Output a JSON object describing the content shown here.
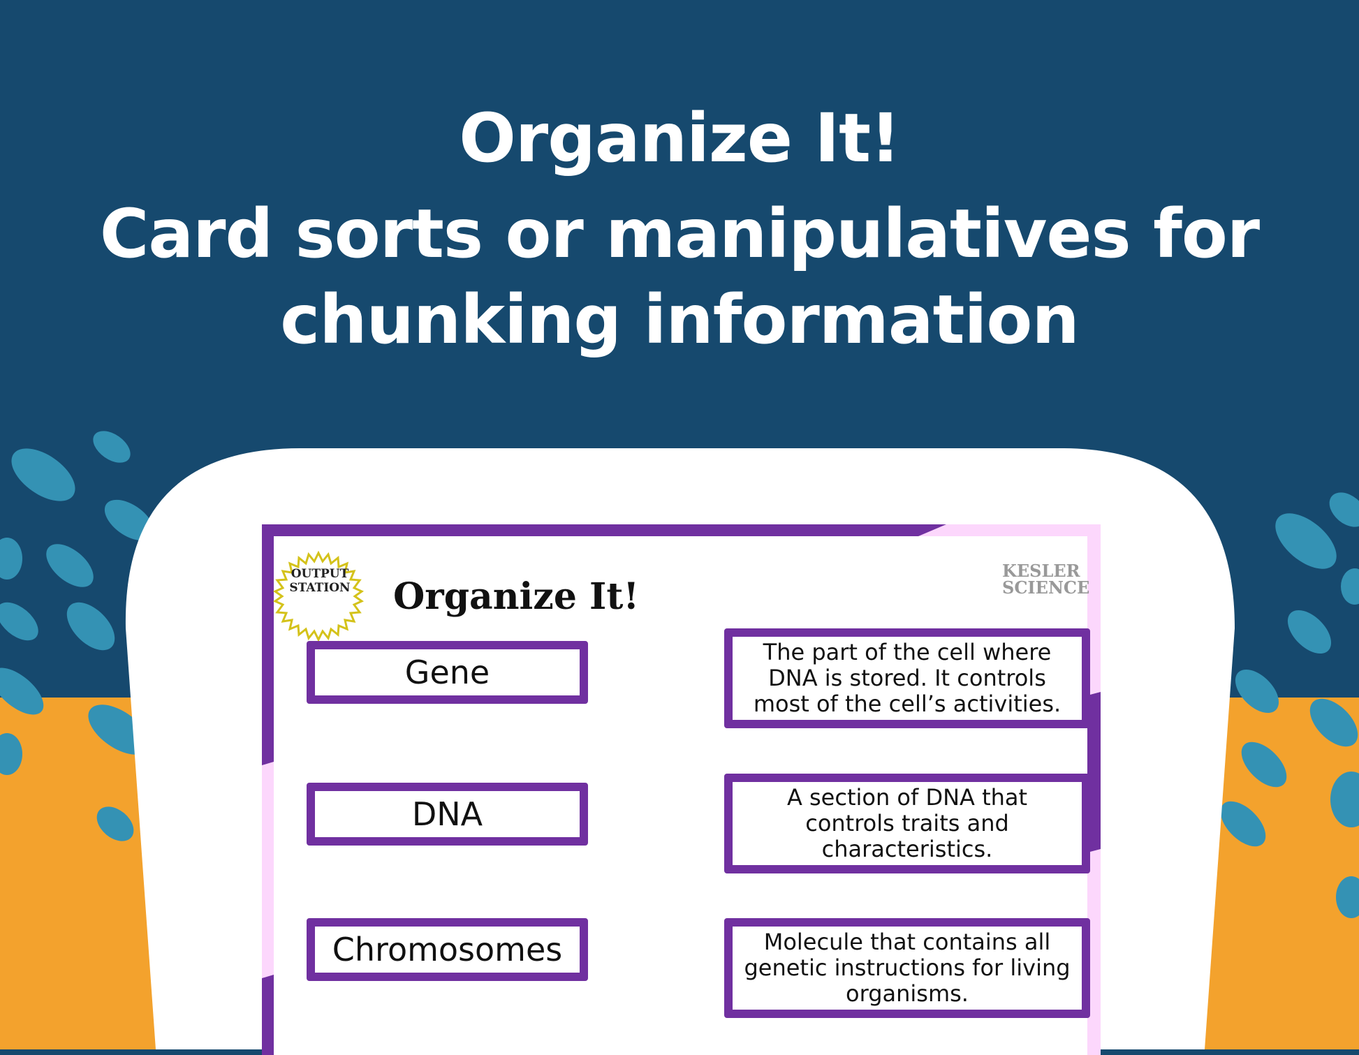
{
  "headline": {
    "line1": "Organize It!",
    "line2": "Card sorts or manipulatives for",
    "line3": "chunking information"
  },
  "worksheet": {
    "badge": "OUTPUT STATION",
    "title": "Organize It!",
    "logo": "KESLER SCIENCE",
    "terms": [
      "Gene",
      "DNA",
      "Chromosomes"
    ],
    "definitions": [
      "The part of the cell where DNA is stored.  It controls most of the cell’s activities.",
      "A section of DNA that controls traits and characteristics.",
      "Molecule that contains all genetic instructions for living organisms."
    ]
  },
  "colors": {
    "navy": "#16496e",
    "orange": "#f3a22d",
    "blob": "#3492b4",
    "purple": "#7030a0",
    "pink": "#fcd7fc"
  }
}
